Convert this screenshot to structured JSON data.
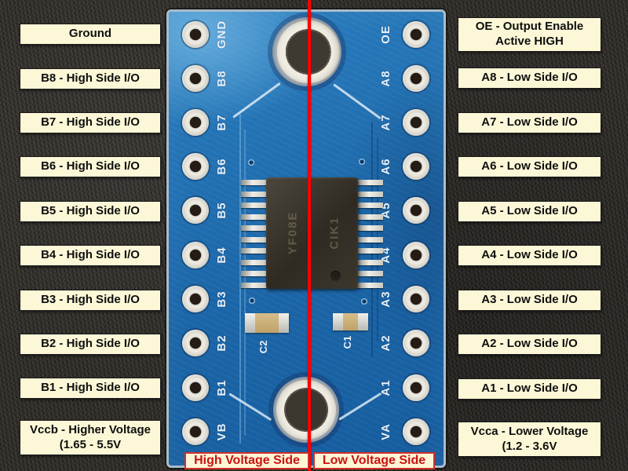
{
  "annotations": {
    "left": [
      "Ground",
      "B8 - High Side I/O",
      "B7 - High Side I/O",
      "B6 - High Side I/O",
      "B5 - High Side I/O",
      "B4 - High Side I/O",
      "B3 - High Side I/O",
      "B2 - High Side I/O",
      "B1 - High Side I/O",
      "Vccb - Higher Voltage\n(1.65 - 5.5V"
    ],
    "right": [
      "OE - Output Enable\nActive HIGH",
      "A8 - Low Side I/O",
      "A7 - Low Side I/O",
      "A6 - Low Side I/O",
      "A5 - Low Side I/O",
      "A4 - Low Side I/O",
      "A3 - Low Side I/O",
      "A2 - Low Side I/O",
      "A1 - Low Side I/O",
      "Vcca - Lower Voltage\n(1.2 - 3.6V"
    ],
    "bottom": {
      "high_side": "High Voltage Side",
      "low_side": "Low Voltage Side"
    }
  },
  "silkscreen": {
    "left_pins": [
      "GND",
      "B8",
      "B7",
      "B6",
      "B5",
      "B4",
      "B3",
      "B2",
      "B1",
      "VB"
    ],
    "right_pins": [
      "OE",
      "A8",
      "A7",
      "A6",
      "A5",
      "A4",
      "A3",
      "A2",
      "A1",
      "VA"
    ],
    "capacitor_refs": {
      "c2": "C2",
      "c1": "C1"
    },
    "chip_markings": [
      "YF08E",
      "CIK1"
    ]
  },
  "colors": {
    "pcb_blue": "#1e6cae",
    "annotation_bg": "#fcf8d7",
    "annotation_text": "#0e0e0e",
    "red_text": "#cc1111",
    "divider_line": "#ff0000",
    "silkscreen_white": "#e9f1f8",
    "background": "#322f2b"
  }
}
